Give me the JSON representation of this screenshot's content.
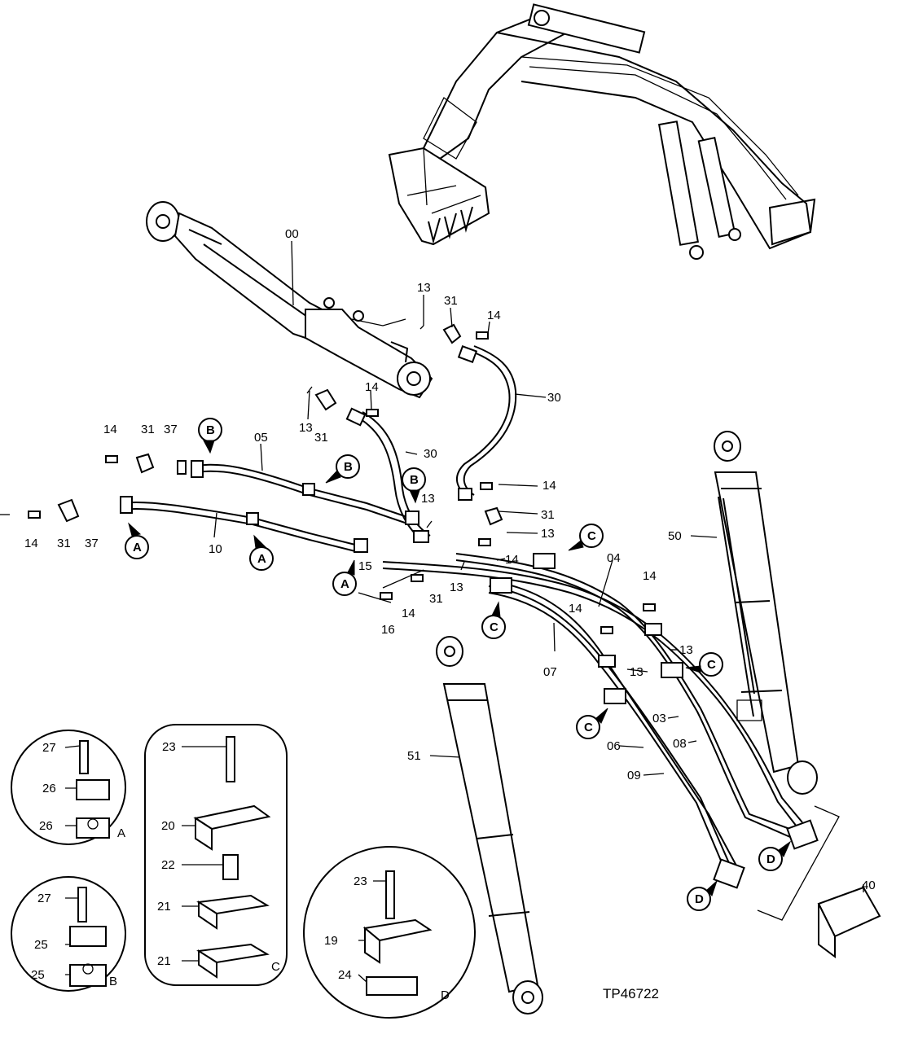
{
  "labels": {
    "p00": "00",
    "p03": "03",
    "p04": "04",
    "p05": "05",
    "p06": "06",
    "p07": "07",
    "p08": "08",
    "p09": "09",
    "p10": "10",
    "p13": "13",
    "p14": "14",
    "p15": "15",
    "p16": "16",
    "p19": "19",
    "p20": "20",
    "p21": "21",
    "p22": "22",
    "p23": "23",
    "p24": "24",
    "p25": "25",
    "p26": "26",
    "p27": "27",
    "p30": "30",
    "p31": "31",
    "p37": "37",
    "p40": "40",
    "p50": "50",
    "p51": "51"
  },
  "callouts": {
    "A": "A",
    "B": "B",
    "C": "C",
    "D": "D"
  },
  "drawing_number": "TP46722"
}
